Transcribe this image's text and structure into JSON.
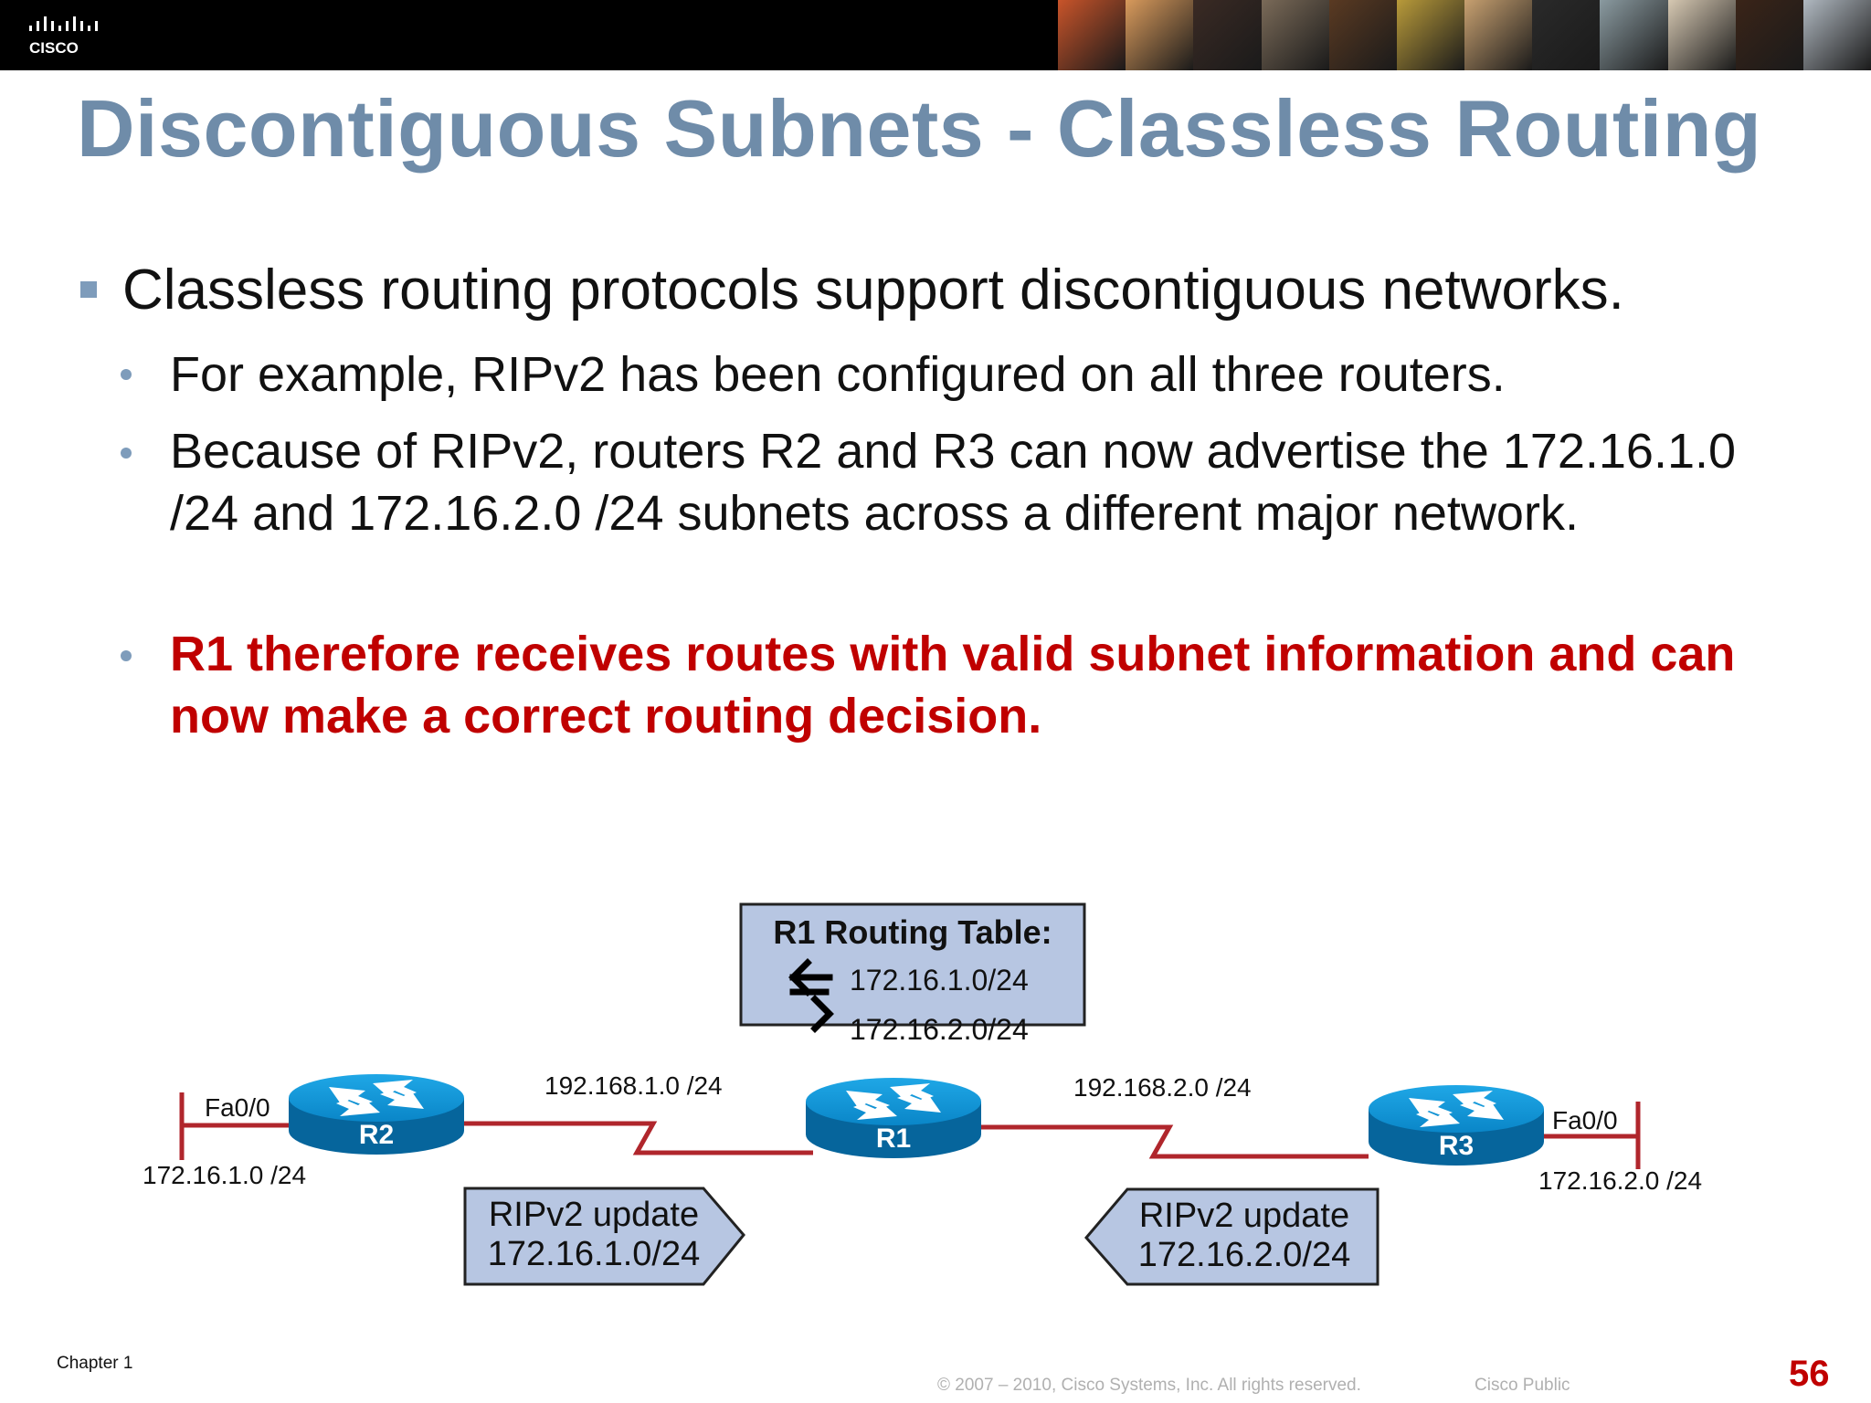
{
  "header": {
    "logo_text": "CISCO",
    "photo_colors": [
      "#c8542a",
      "#d89a5c",
      "#3a2a24",
      "#7a6a58",
      "#5a3a22",
      "#b89a3a",
      "#c7a070",
      "#2a2a2a",
      "#8a9aa0",
      "#d6c8b2",
      "#3a2418",
      "#b0b8c0"
    ]
  },
  "slide": {
    "title": "Discontiguous Subnets - Classless Routing",
    "bullet_main": "Classless routing protocols support discontiguous networks.",
    "sub_bullets": [
      {
        "text": "For example, RIPv2 has been configured on all three routers."
      },
      {
        "text": "Because of RIPv2, routers R2 and R3 can now advertise the 172.16.1.0 /24 and 172.16.2.0 /24 subnets across a different major network."
      },
      {
        "text": "R1 therefore receives routes with valid subnet information and can now make a correct routing decision."
      }
    ]
  },
  "diagram": {
    "routing_table": {
      "title": "R1 Routing Table:",
      "entries": [
        "172.16.1.0/24",
        "172.16.2.0/24"
      ]
    },
    "routers": {
      "r2": "R2",
      "r1": "R1",
      "r3": "R3"
    },
    "links": {
      "left": "192.168.1.0 /24",
      "right": "192.168.2.0 /24"
    },
    "lans": {
      "left_interface": "Fa0/0",
      "left_network": "172.16.1.0 /24",
      "right_interface": "Fa0/0",
      "right_network": "172.16.2.0 /24"
    },
    "updates": {
      "left_line1": "RIPv2 update",
      "left_line2": "172.16.1.0/24",
      "right_line1": "RIPv2 update",
      "right_line2": "172.16.2.0/24"
    },
    "colors": {
      "router": "#0a86c8",
      "router_dark": "#06659c",
      "wan_link": "#b0262c",
      "box_fill": "#b7c6e2",
      "box_border": "#222222"
    }
  },
  "footer": {
    "chapter": "Chapter 1",
    "copyright": "© 2007 – 2010, Cisco Systems, Inc. All rights reserved.",
    "classification": "Cisco Public",
    "page_number": "56"
  }
}
